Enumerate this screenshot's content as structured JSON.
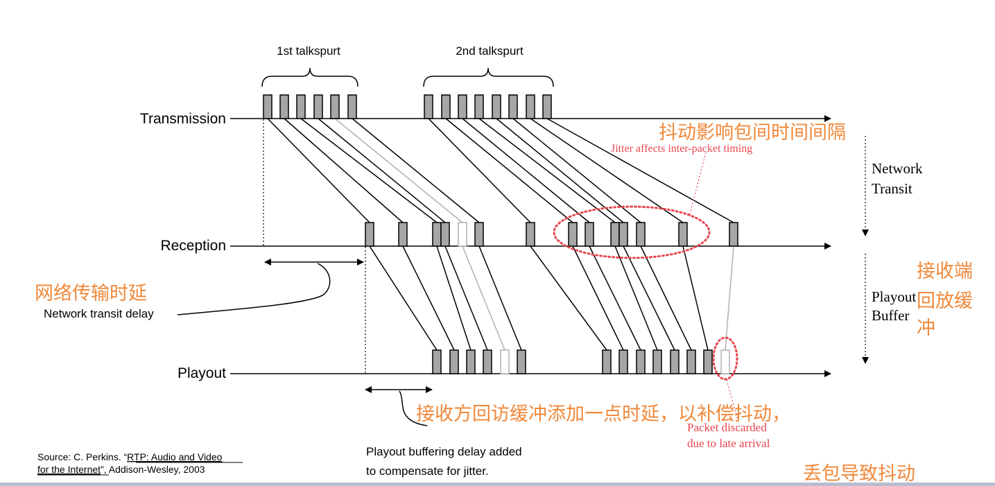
{
  "labels": {
    "talkspurt1": "1st talkspurt",
    "talkspurt2": "2nd talkspurt",
    "transmission": "Transmission",
    "reception": "Reception",
    "playout": "Playout",
    "network_transit_1": "Network",
    "network_transit_2": "Transit",
    "playout_buffer_1": "Playout",
    "playout_buffer_2": "Buffer",
    "network_transit_delay": "Network transit delay",
    "playout_buffering_1": "Playout buffering delay added",
    "playout_buffering_2": "to compensate for jitter.",
    "jitter_note": "Jitter affects inter-packet timing",
    "packet_discarded_1": "Packet discarded",
    "packet_discarded_2": "due to late arrival",
    "source_prefix": "Source: C. Perkins. “",
    "source_link_1": "RTP: Audio and Video",
    "source_link_2": "for the Internet",
    "source_suffix": "”, Addison-Wesley, 2003"
  },
  "annotations_cn": {
    "jitter": "抖动影响包间时间间隔",
    "network_delay": "网络传输时延",
    "receiver_buffer_1": "接收端",
    "receiver_buffer_2": "回放缓",
    "receiver_buffer_3": "冲",
    "playout_delay": "接收方回访缓冲添加一点时延，以补偿抖动，",
    "loss": "丢包导致抖动"
  },
  "colors": {
    "packet_fill": "#a6a6a6",
    "lost_packet_line": "#b0b0b0",
    "annotation_cn": "#f0883a",
    "annotation_red": "#e8464e",
    "line": "#000000"
  }
}
